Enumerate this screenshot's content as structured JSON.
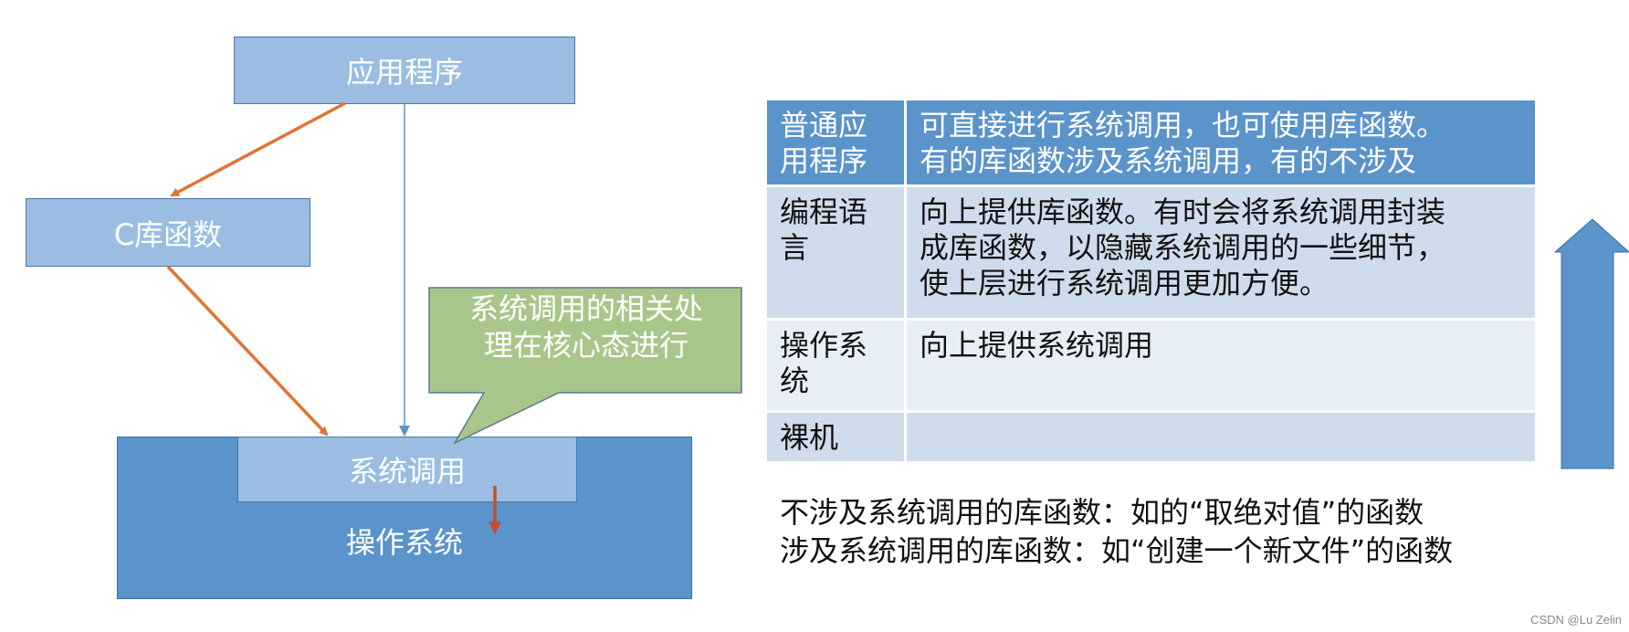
{
  "diagram": {
    "boxes": {
      "application": "应用程序",
      "c_library": "C库函数",
      "system_call": "系统调用",
      "operating_system": "操作系统"
    },
    "callout": {
      "line1": "系统调用的相关处",
      "line2": "理在核心态进行"
    },
    "colors": {
      "light_box": "#9abde1",
      "dark_box": "#5b93cb",
      "orange_arrow": "#e07435",
      "callout_fill": "#a9c68a"
    }
  },
  "table": {
    "header": {
      "label": "普通应用程序",
      "desc_line1": "可直接进行系统调用，也可使用库函数。",
      "desc_line2": "有的库函数涉及系统调用，有的不涉及"
    },
    "rows": [
      {
        "label": "编程语言",
        "desc_line1": "向上提供库函数。有时会将系统调用封装",
        "desc_line2": "成库函数，以隐藏系统调用的一些细节，",
        "desc_line3": "使上层进行系统调用更加方便。"
      },
      {
        "label": "操作系统",
        "desc_line1": "向上提供系统调用"
      },
      {
        "label": "裸机",
        "desc_line1": ""
      }
    ]
  },
  "notes": {
    "line1": "不涉及系统调用的库函数：如的“取绝对值”的函数",
    "line2": "涉及系统调用的库函数：如“创建一个新文件”的函数"
  },
  "watermark": "CSDN @Lu Zelin"
}
